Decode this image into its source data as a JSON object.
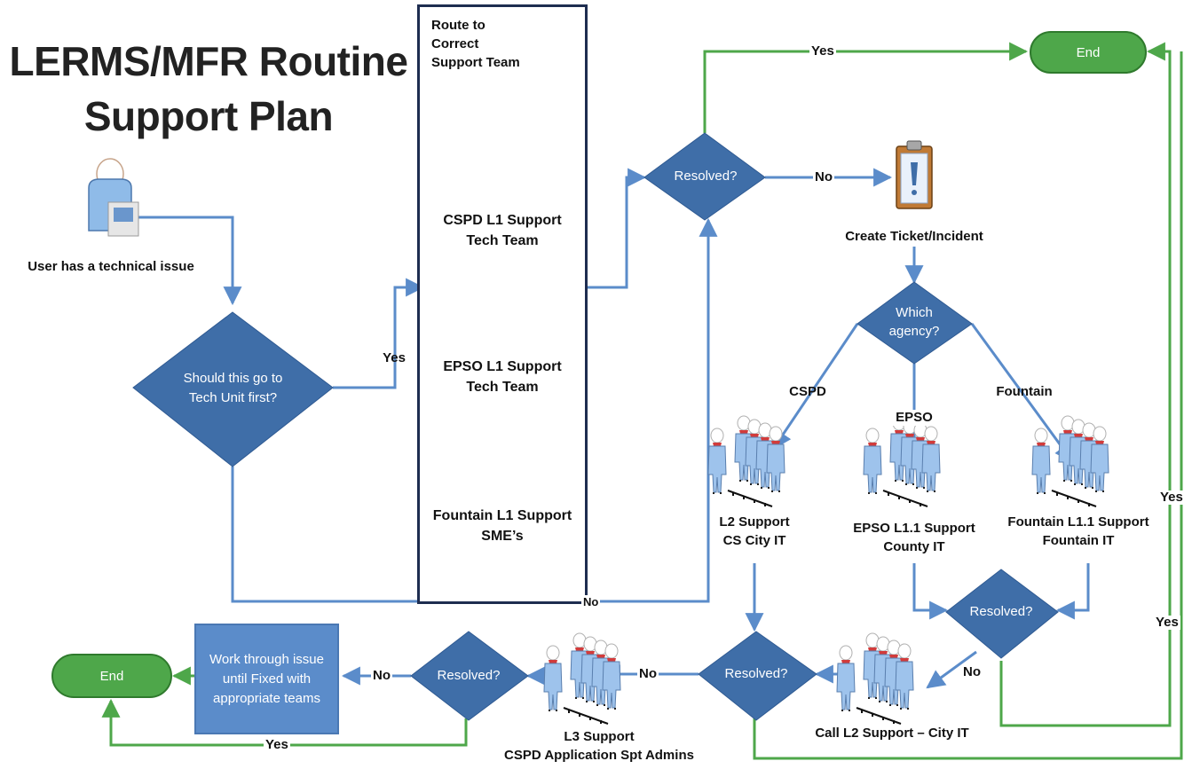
{
  "title": {
    "line1": "LERMS/MFR Routine",
    "line2": "Support Plan"
  },
  "route_box": {
    "title": [
      "Route to",
      "Correct",
      "Support Team"
    ]
  },
  "nodes": {
    "user": "User has a technical issue",
    "tech_unit_q": [
      "Should this go to",
      "Tech Unit first?"
    ],
    "cspd_l1": [
      "CSPD L1 Support",
      "Tech Team"
    ],
    "epso_l1": [
      "EPSO L1 Support",
      "Tech Team"
    ],
    "fountain_l1": [
      "Fountain L1 Support",
      "SME’s"
    ],
    "resolved_top": "Resolved?",
    "end_top": "End",
    "create_ticket": "Create Ticket/Incident",
    "which_agency": [
      "Which",
      "agency?"
    ],
    "l2_cs": [
      "L2 Support",
      "CS City IT"
    ],
    "epso_l11": [
      "EPSO L1.1 Support",
      "County IT"
    ],
    "fountain_l11": [
      "Fountain L1.1 Support",
      "Fountain IT"
    ],
    "resolved_right": "Resolved?",
    "resolved_mid": "Resolved?",
    "call_l2": "Call L2 Support – City IT",
    "l3": [
      "L3 Support",
      "CSPD Application Spt Admins"
    ],
    "resolved_left": "Resolved?",
    "work_through": "Work through issue until Fixed with appropriate teams",
    "end_bottom": "End"
  },
  "edge_labels": {
    "yes_route": "Yes",
    "no_bottom": "No",
    "yes_top": "Yes",
    "no_ticket": "No",
    "cspd": "CSPD",
    "epso": "EPSO",
    "fountain": "Fountain",
    "no_right": "No",
    "yes_right_upper": "Yes",
    "yes_right_lower": "Yes",
    "no_mid": "No",
    "no_left": "No",
    "yes_bottom": "Yes"
  },
  "colors": {
    "decision": "#3f6ea8",
    "arrow_blue": "#5b8cca",
    "arrow_green": "#4ea74a",
    "terminator": "#4ea74a",
    "process_box": "#5b8cca"
  },
  "icons": [
    "user-icon",
    "team-icon",
    "clipboard-icon"
  ]
}
